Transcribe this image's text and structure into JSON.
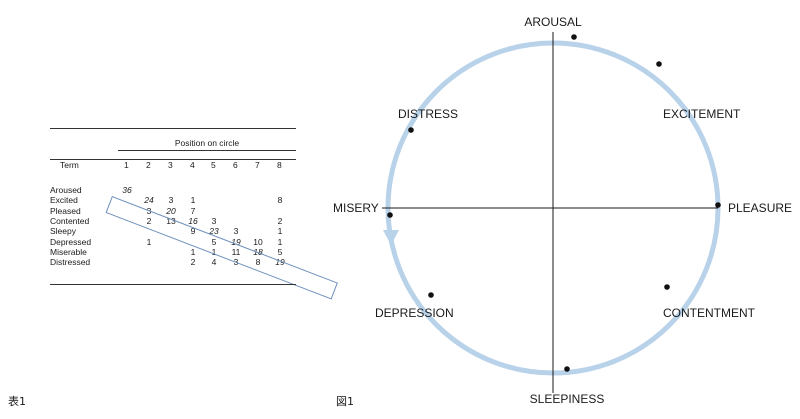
{
  "table": {
    "span_title": "Position on circle",
    "term_header": "Term",
    "columns": [
      "1",
      "2",
      "3",
      "4",
      "5",
      "6",
      "7",
      "8"
    ],
    "rows": [
      {
        "term": "Aroused",
        "cells": [
          "36",
          "",
          "",
          "",
          "",
          "",
          "",
          ""
        ]
      },
      {
        "term": "Excited",
        "cells": [
          "",
          "24",
          "3",
          "1",
          "",
          "",
          "",
          "8"
        ]
      },
      {
        "term": "Pleased",
        "cells": [
          "",
          "3",
          "20",
          "7",
          "",
          "",
          "",
          ""
        ]
      },
      {
        "term": "Contented",
        "cells": [
          "",
          "2",
          "13",
          "16",
          "3",
          "",
          "",
          "2"
        ]
      },
      {
        "term": "Sleepy",
        "cells": [
          "",
          "",
          "",
          "9",
          "23",
          "3",
          "",
          "1"
        ]
      },
      {
        "term": "Depressed",
        "cells": [
          "",
          "1",
          "",
          "",
          "5",
          "19",
          "10",
          "1"
        ]
      },
      {
        "term": "Miserable",
        "cells": [
          "",
          "",
          "",
          "1",
          "1",
          "11",
          "18",
          "5"
        ]
      },
      {
        "term": "Distressed",
        "cells": [
          "",
          "",
          "",
          "2",
          "4",
          "3",
          "8",
          "19"
        ]
      }
    ],
    "caption": "表1"
  },
  "diagram": {
    "caption": "図1",
    "labels": {
      "top": "AROUSAL",
      "top_right": "EXCITEMENT",
      "right": "PLEASURE",
      "bottom_right": "CONTENTMENT",
      "bottom": "SLEEPINESS",
      "bottom_left": "DEPRESSION",
      "left": "MISERY",
      "top_left": "DISTRESS"
    },
    "circle_color": "#b8d2ea",
    "axis_color": "#1a1a1a"
  }
}
